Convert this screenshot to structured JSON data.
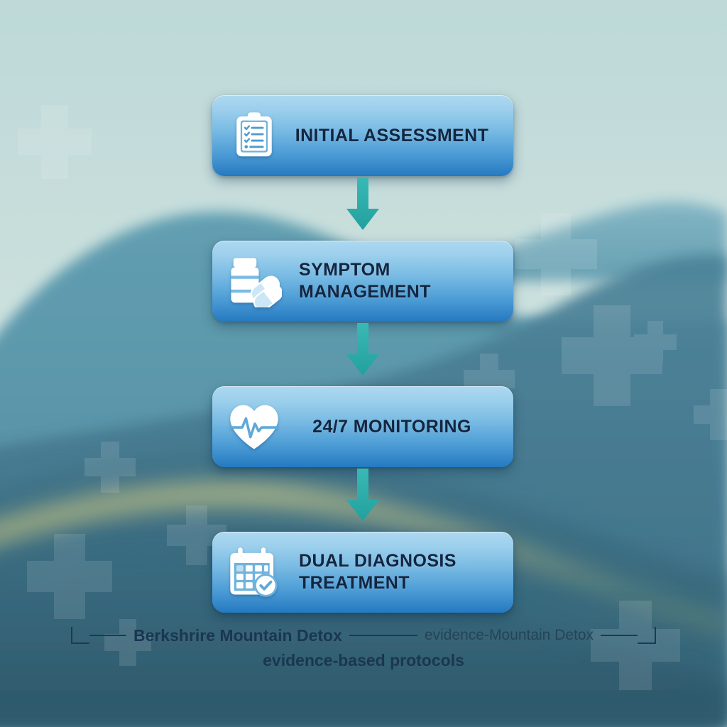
{
  "theme": {
    "background_sky": "#C5DDDC",
    "card_gradient_top": "#ADD8F0",
    "card_gradient_bottom": "#2579C0",
    "card_text": "#14253F",
    "arrow_color": "#2BAAA8",
    "caption_text": "#1D3A52",
    "icon_color": "#FFFFFF"
  },
  "flow": {
    "steps": [
      {
        "label": "INITIAL ASSESSMENT",
        "icon": "clipboard-checklist-icon",
        "align": "center"
      },
      {
        "label": "SYMPTOM\nMANAGEMENT",
        "icon": "pill-bottle-icon",
        "align": "left"
      },
      {
        "label": "24/7 MONITORING",
        "icon": "heart-pulse-icon",
        "align": "center"
      },
      {
        "label": "DUAL DIAGNOSIS\nTREATMENT",
        "icon": "calendar-check-icon",
        "align": "left"
      }
    ],
    "connectors": [
      {
        "icon": "arrow-down-icon"
      },
      {
        "icon": "arrow-down-icon"
      },
      {
        "icon": "arrow-down-icon"
      }
    ]
  },
  "caption": {
    "line1_primary": "Berkshrire Mountain Detox",
    "line1_secondary": "evidence-Mountain Detox",
    "line2": "evidence-based protocols"
  }
}
